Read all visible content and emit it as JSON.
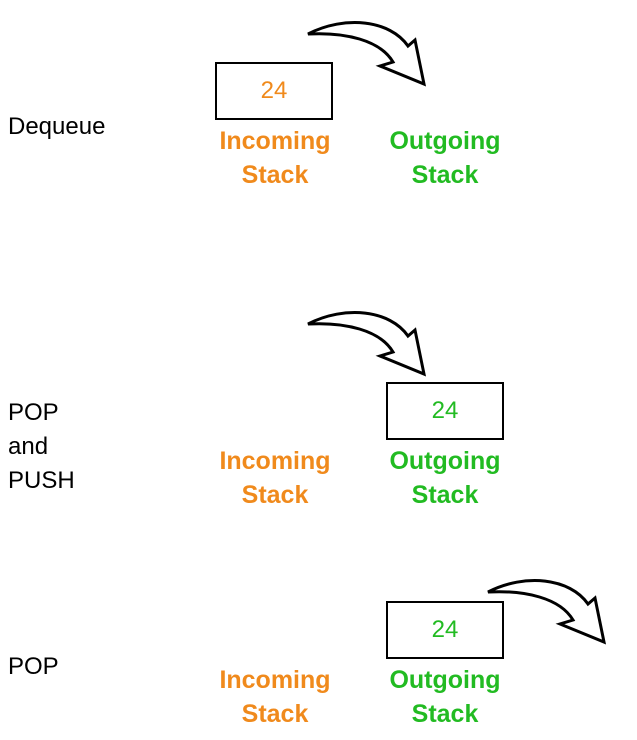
{
  "colors": {
    "incoming": "#f08a1c",
    "outgoing": "#22bb22",
    "stroke": "#000000"
  },
  "icons": {
    "arrow": "curved-arrow-icon"
  },
  "steps": [
    {
      "label": "Dequeue",
      "incoming_label": "Incoming\nStack",
      "outgoing_label": "Outgoing\nStack",
      "value": "24",
      "value_in": "incoming"
    },
    {
      "label": "POP\nand\nPUSH",
      "incoming_label": "Incoming\nStack",
      "outgoing_label": "Outgoing\nStack",
      "value": "24",
      "value_in": "outgoing"
    },
    {
      "label": "POP",
      "incoming_label": "Incoming\nStack",
      "outgoing_label": "Outgoing\nStack",
      "value": "24",
      "value_in": "outgoing"
    }
  ]
}
